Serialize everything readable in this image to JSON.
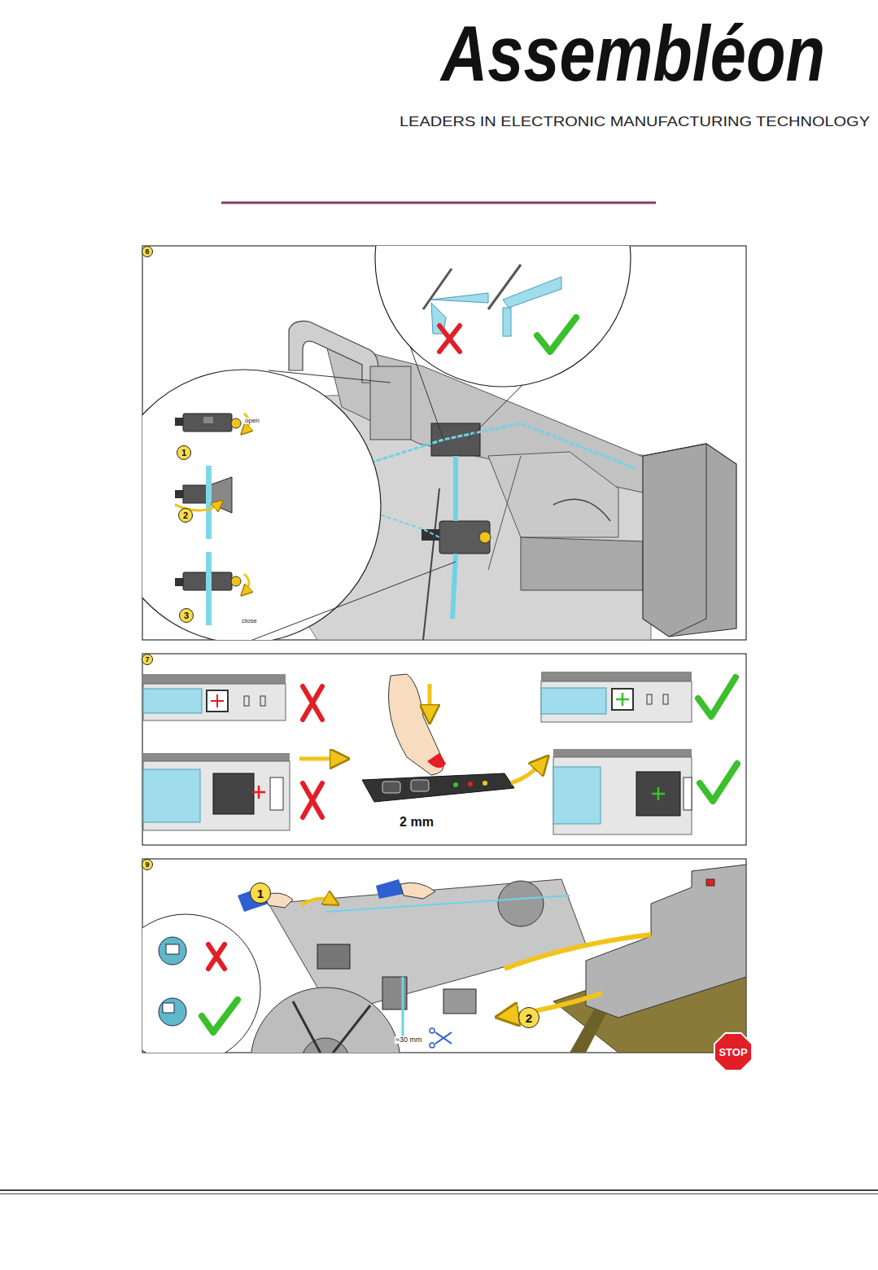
{
  "diagram": {
    "nodes": [
      {
        "text": [
          "6"
        ]
      },
      {
        "text": [
          "1"
        ]
      },
      {
        "text": [
          "2"
        ]
      },
      {
        "text": [
          "3"
        ]
      },
      {
        "text": [
          "7"
        ]
      },
      {
        "text": [
          "9"
        ]
      },
      {
        "text": [
          "1"
        ]
      },
      {
        "text": [
          "2"
        ]
      },
      {
        "text": [
          "STOP"
        ]
      }
    ],
    "labels": [
      "Assembléon",
      "LEADERS IN ELECTRONIC MANUFACTURING TECHNOLOGY",
      "open",
      "close",
      "2 mm",
      "≈30 mm"
    ]
  }
}
